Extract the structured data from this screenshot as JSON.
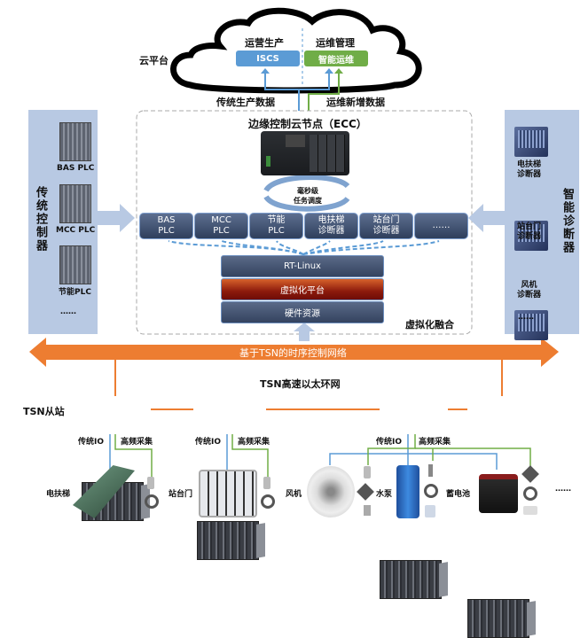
{
  "cloud": {
    "platform_label": "云平台",
    "left_section": "运营生产",
    "right_section": "运维管理",
    "left_app": "ISCS",
    "right_app": "智能运维",
    "left_app_color": "#5b9bd5",
    "right_app_color": "#70ad47",
    "traditional_data_label": "传统生产数据",
    "new_data_label": "运维新增数据"
  },
  "ecc": {
    "title": "边缘控制云节点（ECC）",
    "scheduling_label_line1": "毫秒级",
    "scheduling_label_line2": "任务调度",
    "nodes": [
      {
        "line1": "BAS",
        "line2": "PLC"
      },
      {
        "line1": "MCC",
        "line2": "PLC"
      },
      {
        "line1": "节能",
        "line2": "PLC"
      },
      {
        "line1": "电扶梯",
        "line2": "诊断器"
      },
      {
        "line1": "站台门",
        "line2": "诊断器"
      },
      {
        "line1": "……",
        "line2": ""
      }
    ],
    "layers": {
      "os": "RT-Linux",
      "virtualization": "虚拟化平台",
      "hardware": "硬件资源"
    },
    "fusion_label": "虚拟化融合"
  },
  "left_panel": {
    "title": "传统控制器",
    "items": [
      "BAS PLC",
      "MCC PLC",
      "节能PLC"
    ],
    "more": "……"
  },
  "right_panel": {
    "title": "智能诊断器",
    "items": [
      {
        "line1": "电扶梯",
        "line2": "诊断器"
      },
      {
        "line1": "站台门",
        "line2": "诊断器"
      },
      {
        "line1": "风机",
        "line2": "诊断器"
      }
    ],
    "more": "……"
  },
  "network": {
    "tsn_bus_label": "基于TSN的时序控制网络",
    "ethernet_label": "TSN高速以太环网",
    "slave_label": "TSN从站",
    "bus_color": "#ed7d31"
  },
  "field": {
    "io_label": "传统IO",
    "hf_label": "高频采集",
    "devices": [
      "电扶梯",
      "站台门",
      "风机",
      "水泵",
      "蓄电池"
    ],
    "more": "……"
  }
}
